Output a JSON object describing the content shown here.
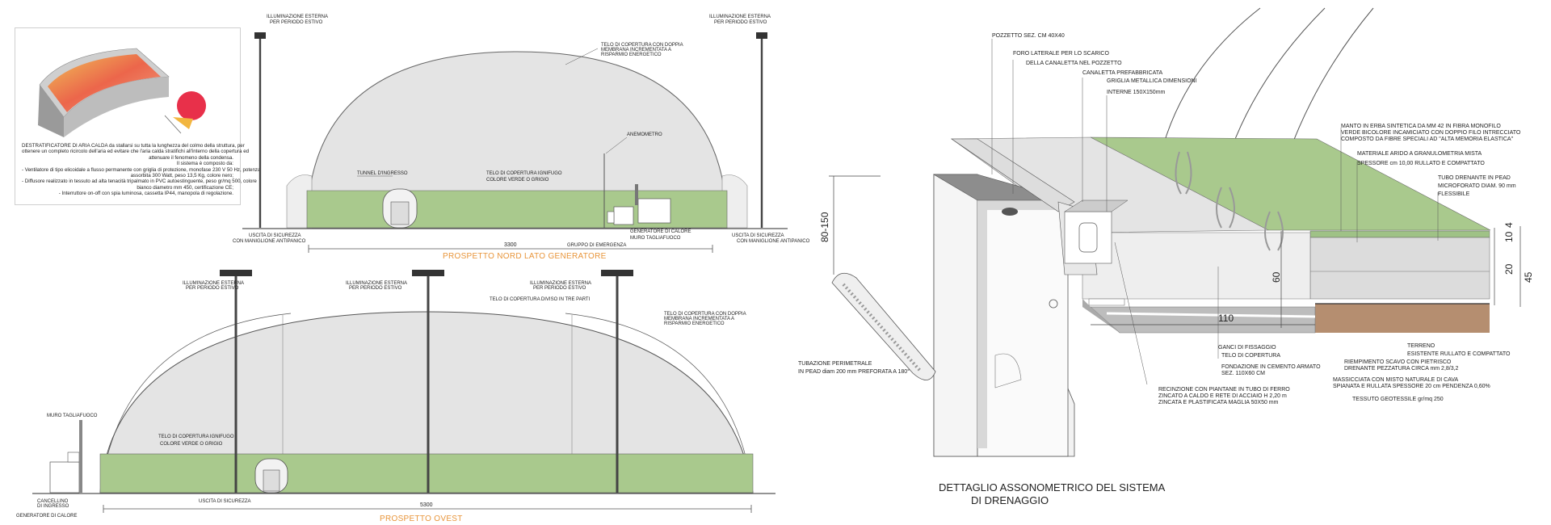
{
  "info_box": {
    "lines": [
      "DESTRATIFICATORE DI ARIA CALDA da stallarsi su tutta la lunghezza del colmo della struttura, per",
      "ottenere un completo ricircolo dell'aria ed evitare che l'aria calda stratifichi all'interno della copertura ed",
      "attenuare il fenomeno della condensa.",
      "Il sistema è composto da:",
      "- Ventilatore di tipo elicoidale a flusso permanente con griglia di protezione, monofase 230 V 50 Hz, potenza",
      "assorbita 300 Watt, peso 13,5 Kg, colore nero;",
      "- Diffusore realizzato in tessuto ad alta tenacità tripalmato in PVC autoestinguente, peso gr/mq 500, colore",
      "bianco diametro mm 450, certificazione CE;",
      "- Interruttore on-off con spia luminosa, cassetta IP44, manopola di regolazione."
    ]
  },
  "north_elevation": {
    "title": "PROSPETTO NORD LATO GENERATORE",
    "dimension": "3300",
    "labels": {
      "light_left_1": "ILLUMINAZIONE ESTERNA",
      "light_left_2": "PER PERIODO ESTIVO",
      "light_right_1": "ILLUMINAZIONE ESTERNA",
      "light_right_2": "PER PERIODO ESTIVO",
      "cover_1": "TELO DI COPERTURA CON DOPPIA",
      "cover_2": "MEMBRANA INCREMENTATA A",
      "cover_3": "RISPARMIO ENERGETICO",
      "anemometer": "ANEMOMETRO",
      "tunnel": "TUNNEL D'INGRESSO",
      "skirt_1": "TELO DI COPERTURA IGNIFUGO",
      "skirt_2": "COLORE VERDE O GRIGIO",
      "exit_left_1": "USCITA DI SICUREZZA",
      "exit_left_2": "CON MANIGLIONE ANTIPANICO",
      "exit_right_1": "USCITA DI SICUREZZA",
      "exit_right_2": "CON MANIGLIONE ANTIPANICO",
      "generator": "GENERATORE DI CALORE",
      "firewall": "MURO TAGLIAFUOCO",
      "emergency": "GRUPPO DI EMERGENZA"
    }
  },
  "west_elevation": {
    "title": "PROSPETTO OVEST",
    "dimension": "5300",
    "labels": {
      "light_1a": "ILLUMINAZIONE ESTERNA",
      "light_1b": "PER PERIODO ESTIVO",
      "light_2a": "ILLUMINAZIONE ESTERNA",
      "light_2b": "PER PERIODO ESTIVO",
      "light_3a": "ILLUMINAZIONE ESTERNA",
      "light_3b": "PER PERIODO ESTIVO",
      "cover_divided": "TELO DI COPERTURA DIVISO IN TRE PARTI",
      "cover_1": "TELO DI COPERTURA CON DOPPIA",
      "cover_2": "MEMBRANA INCREMENTATA A",
      "cover_3": "RISPARMIO ENERGETICO",
      "firewall": "MURO TAGLIAFUOCO",
      "skirt_1": "TELO DI COPERTURA IGNIFUGO",
      "skirt_2": "COLORE VERDE O GRIGIO",
      "gate_1": "CANCELLINO",
      "gate_2": "DI INGRESSO",
      "generator": "GENERATORE DI CALORE",
      "exit": "USCITA DI SICUREZZA"
    }
  },
  "drainage": {
    "title_1": "DETTAGLIO ASSONOMETRICO DEL SISTEMA",
    "title_2": "DI DRENAGGIO",
    "dims": {
      "d80_150": "80-150",
      "d60": "60",
      "d110": "110",
      "d10": "10",
      "d4": "4",
      "d20": "20",
      "d45": "45"
    },
    "labels": {
      "pozzetto": "POZZETTO SEZ. CM 40X40",
      "foro_1": "FORO LATERALE PER LO SCARICO",
      "foro_2": "DELLA CANALETTA NEL POZZETTO",
      "canaletta_1": "CANALETTA PREFABBRICATA",
      "canaletta_2": "GRIGLIA METALLICA DIMENSIONI",
      "canaletta_3": "INTERNE 150X150mm",
      "manto_1": "MANTO IN ERBA SINTETICA DA MM 42 IN FIBRA MONOFILO",
      "manto_2": "VERDE BICOLORE INCAMICIATO CON DOPPIO FILO INTRECCIATO",
      "manto_3": "COMPOSTO DA FIBRE SPECIALI AD \"ALTA MEMORIA ELASTICA\"",
      "materiale_1": "MATERIALE ARIDO A GRANULOMETRIA MISTA",
      "materiale_2": "SPESSORE cm 10,00 RULLATO E COMPATTATO",
      "tubo_1": "TUBO DRENANTE IN PEAD",
      "tubo_2": "MICROFORATO DIAM. 90 mm",
      "tubo_3": "FLESSIBILE",
      "tubazione_1": "TUBAZIONE PERIMETRALE",
      "tubazione_2": "IN PEAD diam 200 mm PREFORATA A 180°",
      "ganci": "GANCI DI FISSAGGIO",
      "telo": "TELO DI COPERTURA",
      "fondazione_1": "FONDAZIONE IN CEMENTO ARMATO",
      "fondazione_2": "SEZ. 110X60 CM",
      "terreno_1": "TERRENO",
      "terreno_2": "ESISTENTE RULLATO E COMPATTATO",
      "riempimento_1": "RIEMPIMENTO SCAVO CON PIETRISCO",
      "riempimento_2": "DRENANTE PEZZATURA CIRCA mm 2,8/3,2",
      "massicciata_1": "MASSICCIATA CON MISTO NATURALE DI CAVA",
      "massicciata_2": "SPIANATA E RULLATA SPESSORE 20 cm PENDENZA 0,60%",
      "tessuto": "TESSUTO GEOTESSILE gr/mq 250",
      "recinzione_1": "RECINZIONE CON PIANTANE IN TUBO DI FERRO",
      "recinzione_2": "ZINCATO A CALDO E RETE DI ACCIAIO H 2,20 m",
      "recinzione_3": "ZINCATA E PLASTIFICATA MAGLIA 50X50 mm"
    }
  },
  "colors": {
    "grass": "#a9c98d",
    "dome": "#e4e4e4",
    "orange": "#e8953a",
    "soil": "#b58e70"
  }
}
